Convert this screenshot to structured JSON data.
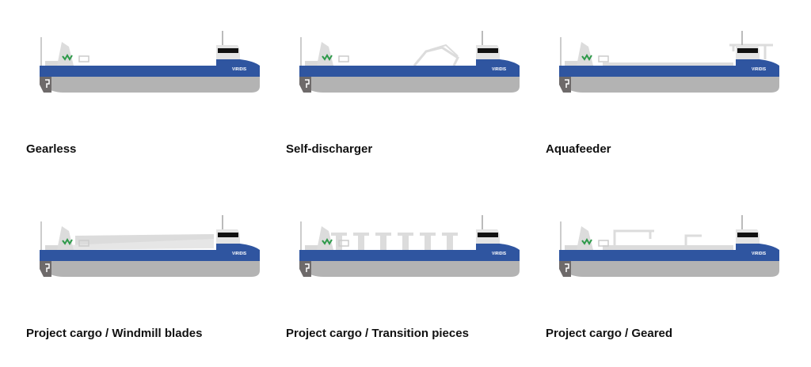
{
  "brand": "VIRIDIS",
  "colors": {
    "hull_blue": "#2f55a0",
    "hull_gray": "#b3b3b3",
    "cargo_gray": "#dcdcdc"
  },
  "ships": [
    {
      "label": "Gearless",
      "variant": "gearless"
    },
    {
      "label": "Self-discharger",
      "variant": "self"
    },
    {
      "label": "Aquafeeder",
      "variant": "aqua"
    },
    {
      "label": "Project cargo / Windmill blades",
      "variant": "blades"
    },
    {
      "label": "Project cargo / Transition pieces",
      "variant": "pieces"
    },
    {
      "label": "Project cargo / Geared",
      "variant": "geared"
    }
  ]
}
